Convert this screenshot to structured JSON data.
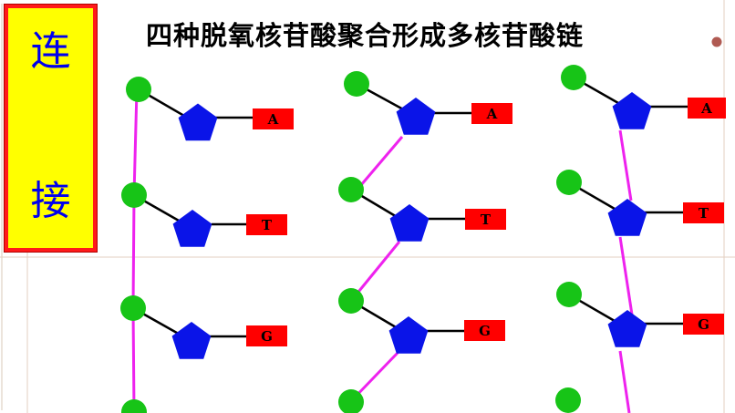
{
  "title": "四种脱氧核苷酸聚合形成多核苷酸链",
  "side_label": [
    "连",
    "接"
  ],
  "colors": {
    "phosphate": "#17c417",
    "sugar": "#0a14e8",
    "base_box": "#ff0000",
    "backbone": "#ee22ee",
    "side_bg": "#ffff00",
    "side_border": "#ff1a1a",
    "side_text": "#0000ee"
  },
  "chains": [
    {
      "bases": [
        "A",
        "T",
        "G"
      ]
    },
    {
      "bases": [
        "A",
        "T",
        "G"
      ]
    },
    {
      "bases": [
        "A",
        "T",
        "G"
      ]
    }
  ]
}
